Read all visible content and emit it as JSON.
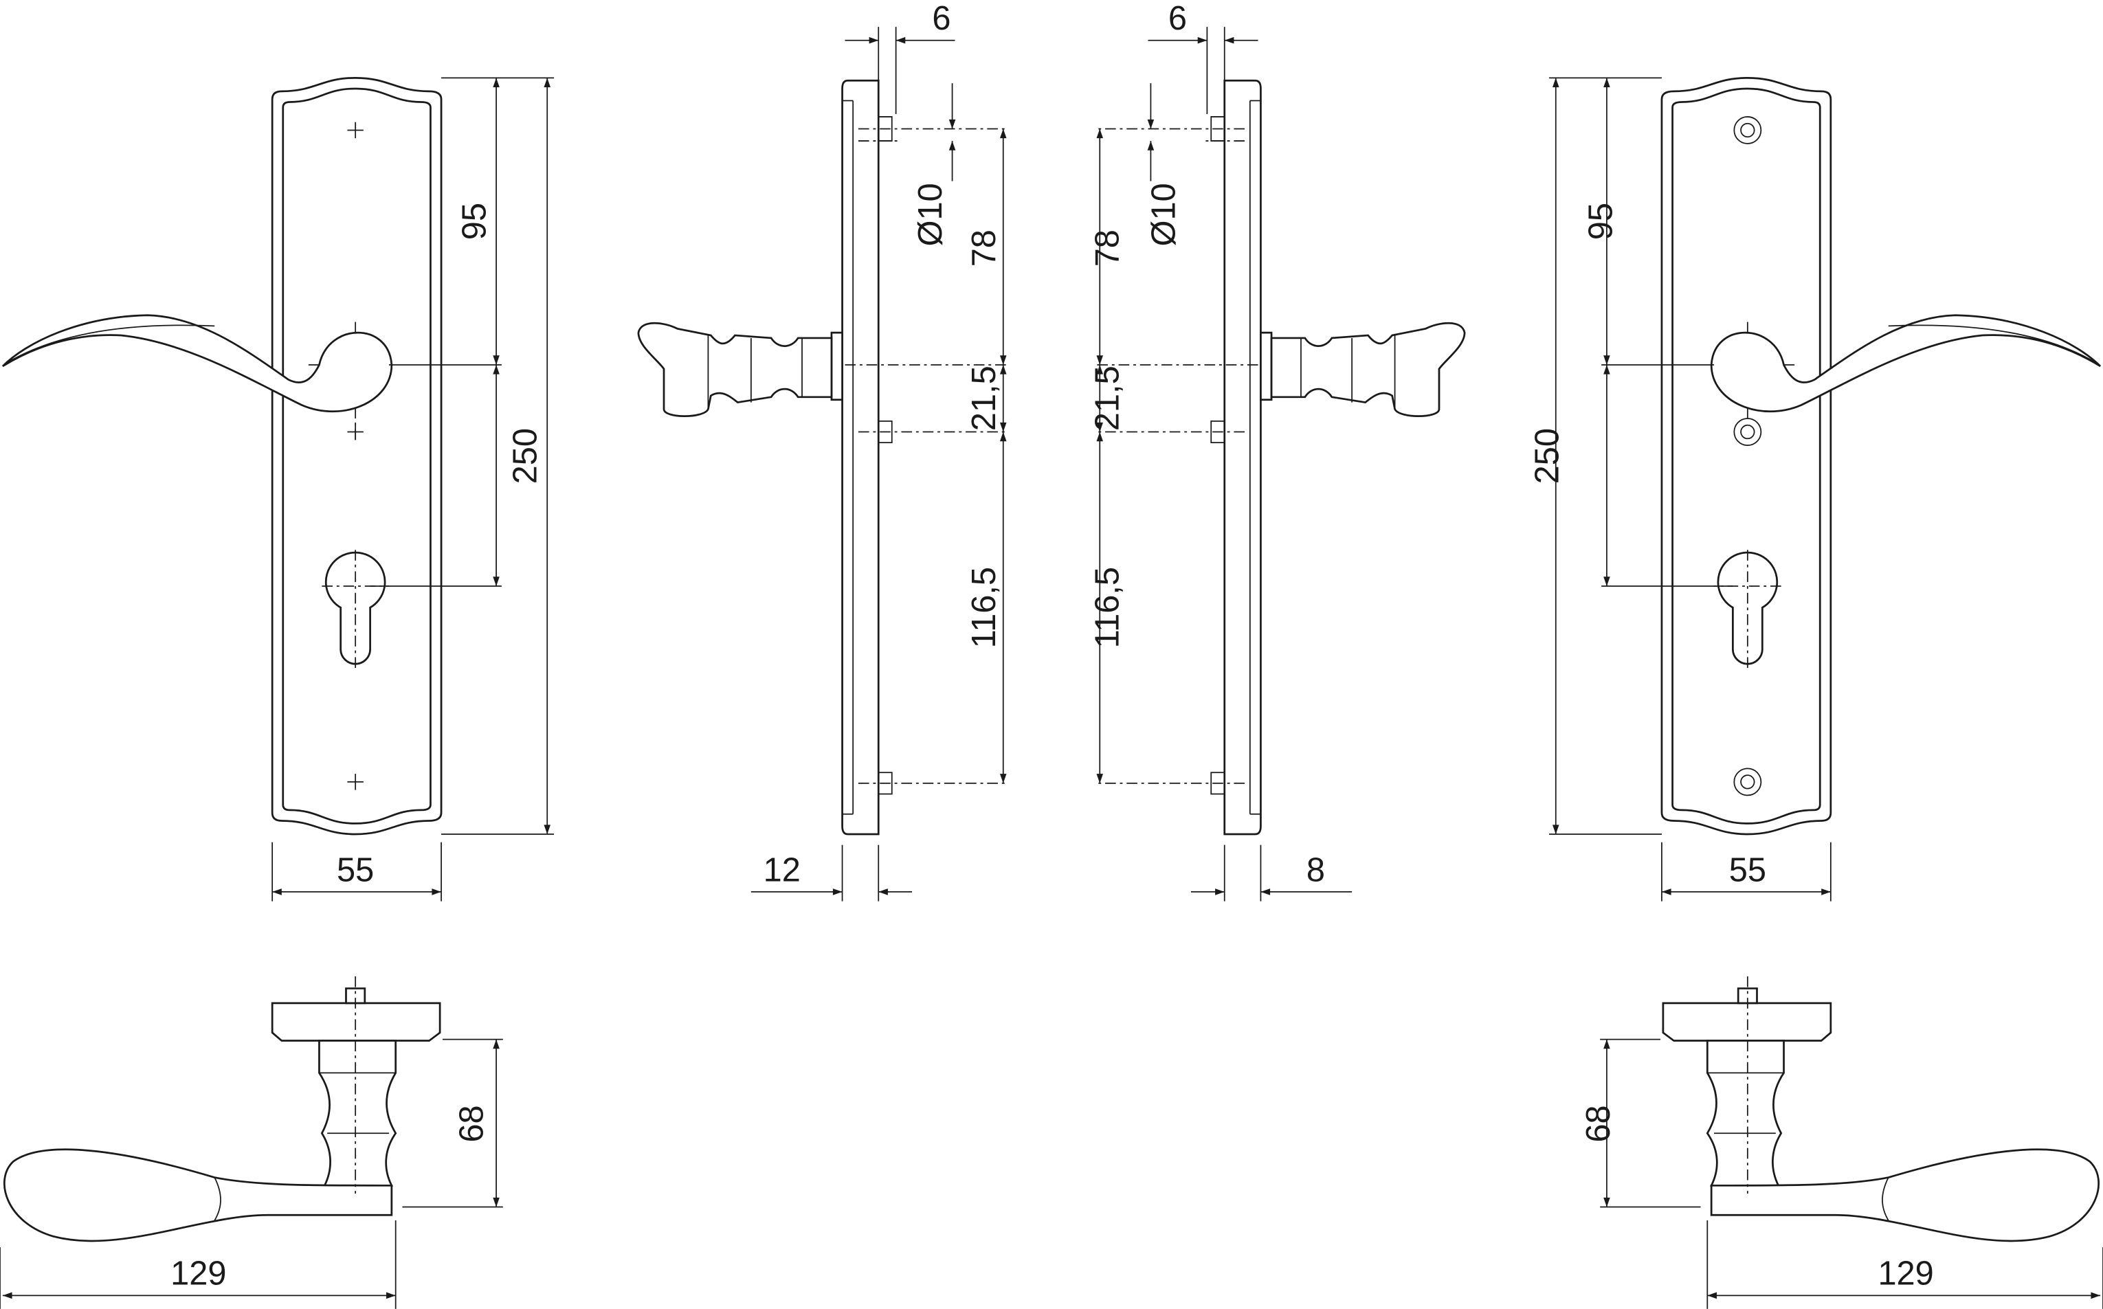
{
  "title": "Door handle set technical drawing",
  "front_view_left": {
    "d_top": "95",
    "d_height": "250",
    "d_width": "55"
  },
  "side_view_left": {
    "d_offset": "6",
    "d_hole": "Ø10",
    "d_78": "78",
    "d_21": "21,5",
    "d_116": "116,5",
    "d_thick": "12"
  },
  "side_view_right": {
    "d_offset": "6",
    "d_hole": "Ø10",
    "d_78": "78",
    "d_21": "21,5",
    "d_116": "116,5",
    "d_thick": "8"
  },
  "front_view_right": {
    "d_top": "95",
    "d_height": "250",
    "d_width": "55"
  },
  "bottom_view_left": {
    "d_height": "68",
    "d_length": "129"
  },
  "bottom_view_right": {
    "d_height": "68",
    "d_length": "129"
  }
}
